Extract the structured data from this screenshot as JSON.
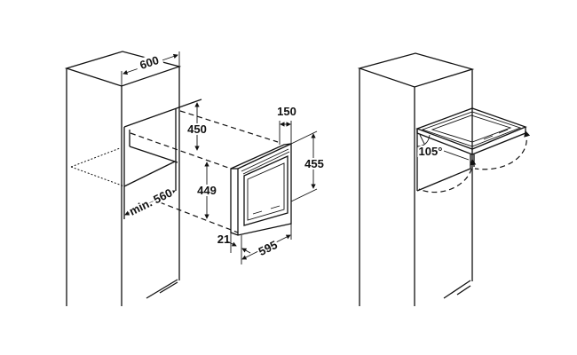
{
  "diagram": {
    "install": {
      "cabinet_width": "600",
      "niche_height_top": "450",
      "niche_height_floor": "449",
      "niche_depth": "min. 560",
      "appliance_depth": "150",
      "appliance_height": "455",
      "appliance_width": "595",
      "front_offset": "21"
    },
    "open_door": {
      "angle": "105°"
    }
  }
}
